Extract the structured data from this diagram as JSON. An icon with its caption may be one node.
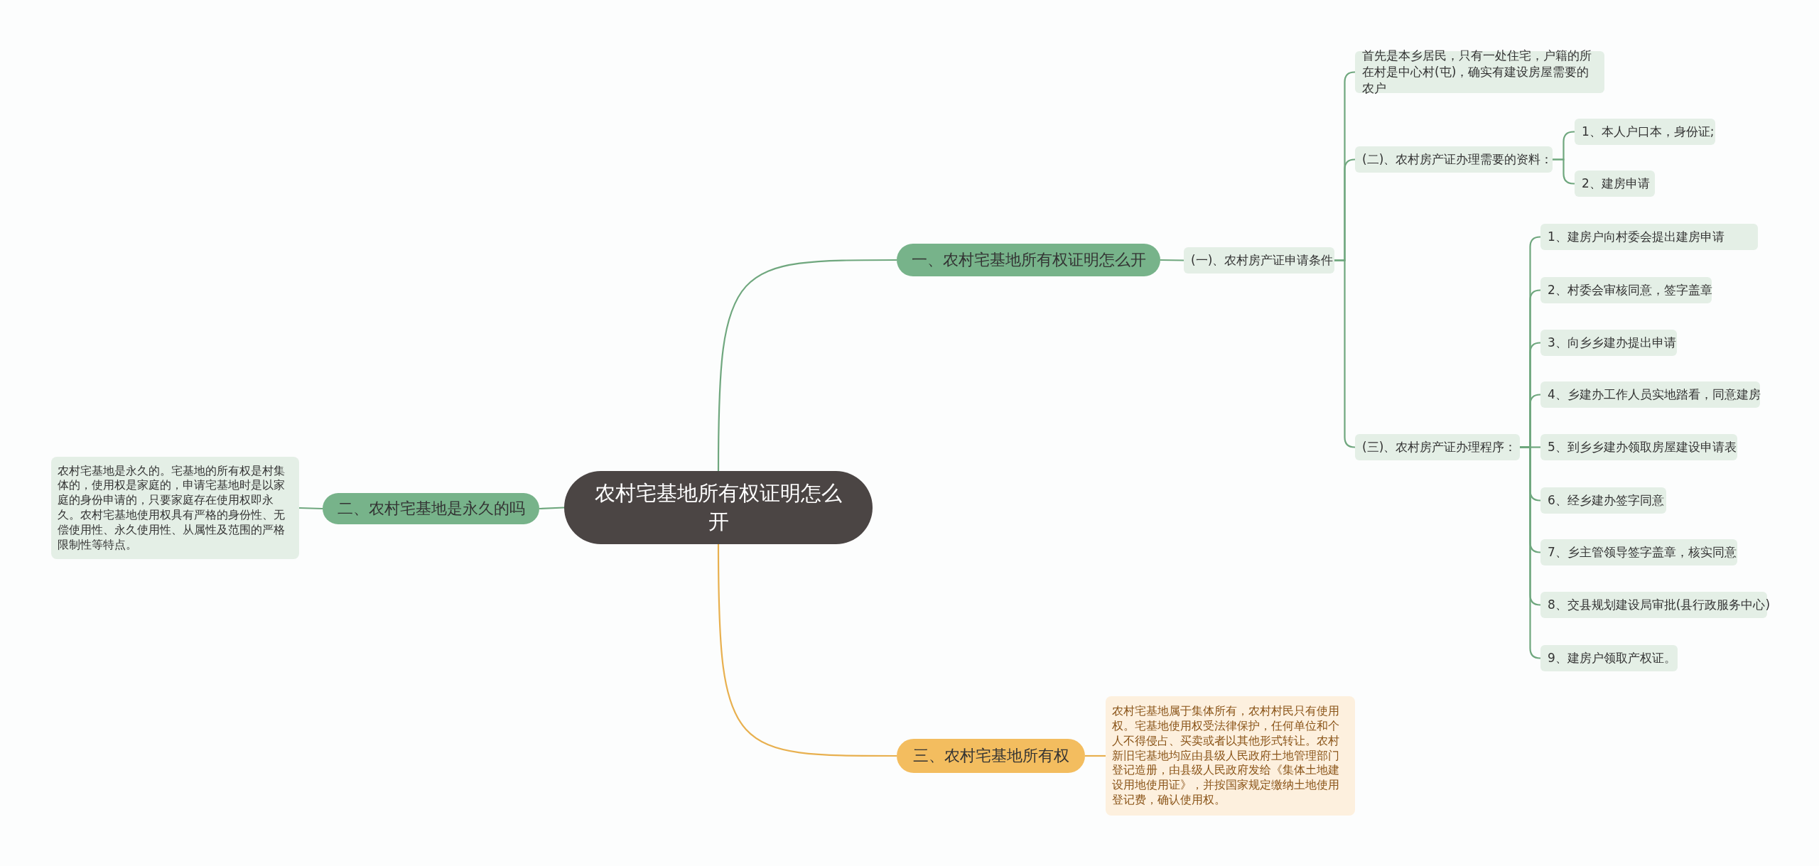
{
  "diagram": {
    "nodes": [
      {
        "text": [
          "农村宅基地所有权证明怎么开"
        ]
      },
      {
        "text": [
          "一、农村宅基地所有权证明怎么开"
        ]
      },
      {
        "text": [
          "(一)、农村房产证申请条件"
        ]
      },
      {
        "text": [
          "首先是本乡居民，只有一处住宅，户籍的所在村是中心村(屯)，确实有建设房屋需要的农户"
        ]
      },
      {
        "text": [
          "(二)、农村房产证办理需要的资料："
        ]
      },
      {
        "text": [
          "1、本人户口本，身份证;"
        ]
      },
      {
        "text": [
          "2、建房申请"
        ]
      },
      {
        "text": [
          "(三)、农村房产证办理程序："
        ]
      },
      {
        "text": [
          "1、建房户向村委会提出建房申请"
        ]
      },
      {
        "text": [
          "2、村委会审核同意，签字盖章"
        ]
      },
      {
        "text": [
          "3、向乡乡建办提出申请"
        ]
      },
      {
        "text": [
          "4、乡建办工作人员实地踏看，同意建房"
        ]
      },
      {
        "text": [
          "5、到乡乡建办领取房屋建设申请表"
        ]
      },
      {
        "text": [
          "6、经乡建办签字同意"
        ]
      },
      {
        "text": [
          "7、乡主管领导签字盖章，核实同意"
        ]
      },
      {
        "text": [
          "8、交县规划建设局审批(县行政服务中心)"
        ]
      },
      {
        "text": [
          "9、建房户领取产权证。"
        ]
      },
      {
        "text": [
          "二、农村宅基地是永久的吗"
        ]
      },
      {
        "text": [
          "农村宅基地是永久的。宅基地的所有权是村集体的，使用权是家庭的，申请宅基地时是以家庭的身份申请的，只要家庭存在使用权即永久。农村宅基地使用权具有严格的身份性、无偿使用性、永久使用性、从属性及范围的严格限制性等特点。"
        ]
      },
      {
        "text": [
          "三、农村宅基地所有权"
        ]
      },
      {
        "text": [
          "农村宅基地属于集体所有，农村村民只有使用权。宅基地使用权受法律保护，任何单位和个人不得侵占、买卖或者以其他形式转让。农村新旧宅基地均应由县级人民政府土地管理部门登记造册，由县级人民政府发给《集体土地建设用地使用证》，并按国家规定缴纳土地使用登记费，确认使用权。"
        ]
      }
    ],
    "edges": [
      {
        "from": 0,
        "to": 1,
        "arrow": "none"
      },
      {
        "from": 1,
        "to": 2,
        "arrow": "none"
      },
      {
        "from": 2,
        "to": 3,
        "arrow": "none"
      },
      {
        "from": 2,
        "to": 4,
        "arrow": "none"
      },
      {
        "from": 4,
        "to": 5,
        "arrow": "none"
      },
      {
        "from": 4,
        "to": 6,
        "arrow": "none"
      },
      {
        "from": 2,
        "to": 7,
        "arrow": "none"
      },
      {
        "from": 7,
        "to": 8,
        "arrow": "none"
      },
      {
        "from": 7,
        "to": 9,
        "arrow": "none"
      },
      {
        "from": 7,
        "to": 10,
        "arrow": "none"
      },
      {
        "from": 7,
        "to": 11,
        "arrow": "none"
      },
      {
        "from": 7,
        "to": 12,
        "arrow": "none"
      },
      {
        "from": 7,
        "to": 13,
        "arrow": "none"
      },
      {
        "from": 7,
        "to": 14,
        "arrow": "none"
      },
      {
        "from": 7,
        "to": 15,
        "arrow": "none"
      },
      {
        "from": 7,
        "to": 16,
        "arrow": "none"
      },
      {
        "from": 0,
        "to": 17,
        "arrow": "none"
      },
      {
        "from": 17,
        "to": 18,
        "arrow": "none"
      },
      {
        "from": 0,
        "to": 19,
        "arrow": "none",
        "color": "#e8b04f"
      },
      {
        "from": 19,
        "to": 20,
        "arrow": "none",
        "color": "#e8b04f"
      }
    ]
  }
}
